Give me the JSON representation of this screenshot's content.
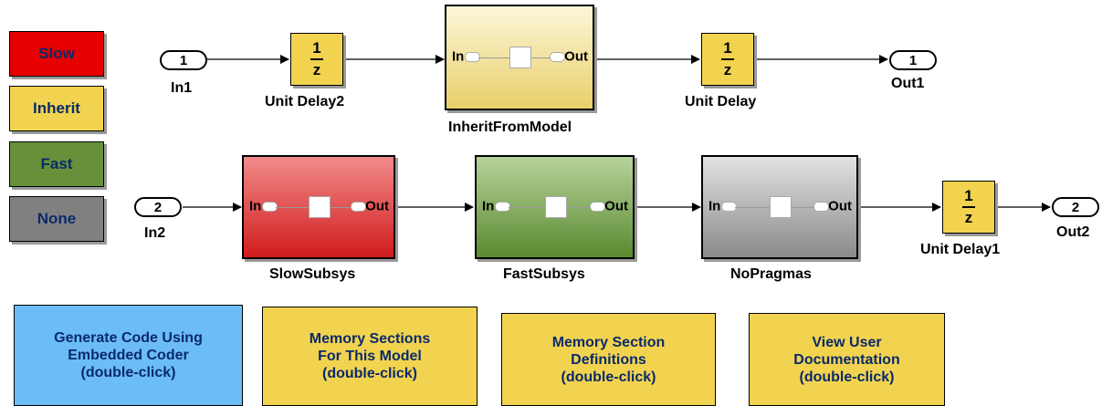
{
  "legend": [
    {
      "label": "Slow",
      "color": "#e60000"
    },
    {
      "label": "Inherit",
      "color": "#f2d34f"
    },
    {
      "label": "Fast",
      "color": "#66913a"
    },
    {
      "label": "None",
      "color": "#808080"
    }
  ],
  "ports": {
    "in1": {
      "num": "1",
      "label": "In1"
    },
    "in2": {
      "num": "2",
      "label": "In2"
    },
    "out1": {
      "num": "1",
      "label": "Out1"
    },
    "out2": {
      "num": "2",
      "label": "Out2"
    }
  },
  "delays": {
    "unit_delay2": {
      "num": "1",
      "den": "z",
      "label": "Unit Delay2"
    },
    "unit_delay": {
      "num": "1",
      "den": "z",
      "label": "Unit Delay"
    },
    "unit_delay1": {
      "num": "1",
      "den": "z",
      "label": "Unit Delay1"
    }
  },
  "subsystems": {
    "inherit_from_model": {
      "label": "InheritFromModel",
      "in": "In",
      "out": "Out"
    },
    "slow_subsys": {
      "label": "SlowSubsys",
      "in": "In",
      "out": "Out"
    },
    "fast_subsys": {
      "label": "FastSubsys",
      "in": "In",
      "out": "Out"
    },
    "no_pragmas": {
      "label": "NoPragmas",
      "in": "In",
      "out": "Out"
    }
  },
  "notes": [
    {
      "text": "Generate Code Using\nEmbedded Coder\n(double-click)",
      "color": "#6bbcf7"
    },
    {
      "text": "Memory Sections\nFor This Model\n(double-click)",
      "color": "#f2d34f"
    },
    {
      "text": "Memory Section\nDefinitions\n(double-click)",
      "color": "#f2d34f"
    },
    {
      "text": "View User\nDocumentation\n(double-click)",
      "color": "#f2d34f"
    }
  ]
}
